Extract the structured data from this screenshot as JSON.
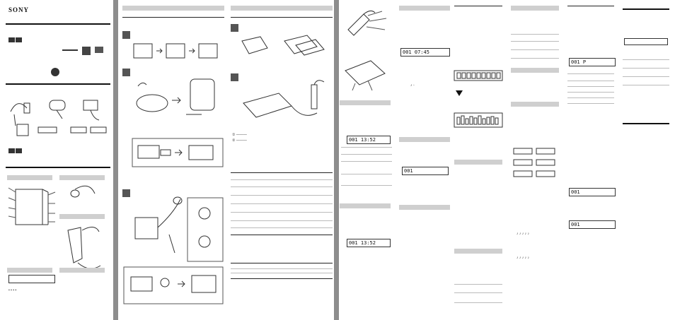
{
  "brand": {
    "logo_text": "SONY"
  },
  "lcd_screens": [
    {
      "id": "lcd_a",
      "text": "001  13:52"
    },
    {
      "id": "lcd_b",
      "text": "001  13:52"
    },
    {
      "id": "lcd_c",
      "text": "001  07:45"
    },
    {
      "id": "lcd_d",
      "text": "001"
    },
    {
      "id": "lcd_e",
      "text": "001  P"
    },
    {
      "id": "lcd_f",
      "text": "001"
    },
    {
      "id": "lcd_g",
      "text": "001"
    }
  ],
  "markers": {
    "pitch_a": "♪ ♪ ♪ ♪ ♪",
    "pitch_b": "♪ ♪ ♪ ♪ ♪"
  },
  "colors": {
    "gutter": "#8d8d8d",
    "band": "#cfcfcf",
    "ink": "#111111"
  }
}
